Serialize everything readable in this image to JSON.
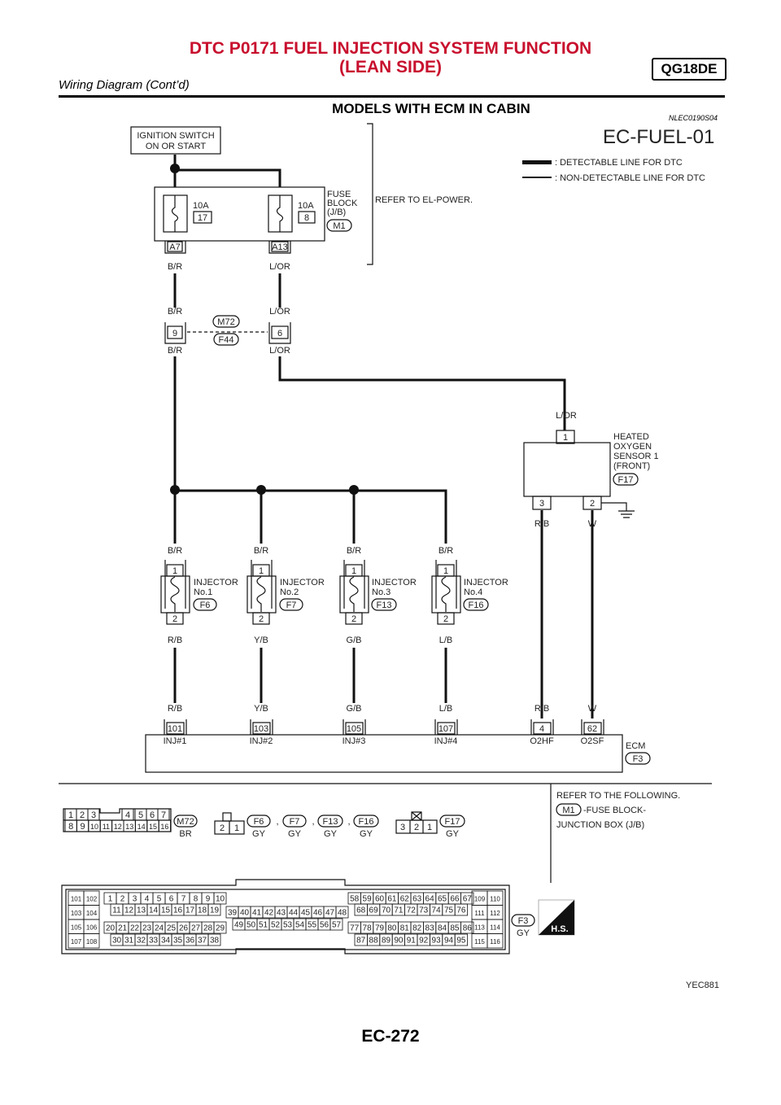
{
  "header": {
    "title_line1": "DTC P0171 FUEL INJECTION SYSTEM FUNCTION",
    "title_line2": "(LEAN SIDE)",
    "subtitle": "Wiring Diagram (Cont’d)",
    "badge": "QG18DE"
  },
  "section": {
    "title": "MODELS WITH ECM IN CABIN",
    "ref": "NLEC0190S04"
  },
  "diagram": {
    "code": "EC-FUEL-01",
    "legend": [
      ": DETECTABLE LINE FOR DTC",
      ": NON-DETECTABLE LINE FOR DTC"
    ],
    "ignition": [
      "IGNITION SWITCH",
      "ON OR START"
    ],
    "fuse_block": {
      "label": [
        "FUSE",
        "BLOCK",
        "(J/B)"
      ],
      "conn": "M1",
      "fuses": [
        {
          "amp": "10A",
          "num": "17",
          "pin": "A7"
        },
        {
          "amp": "10A",
          "num": "8",
          "pin": "A13"
        }
      ]
    },
    "refer_power": "REFER TO EL-POWER.",
    "joint": {
      "top": "M72",
      "bottom": "F44",
      "pins": [
        "9",
        "6"
      ]
    },
    "wire_colors": {
      "br": "B/R",
      "lor": "L/OR",
      "rb": "R/B",
      "yb": "Y/B",
      "gb": "G/B",
      "lb": "L/B",
      "w": "W"
    },
    "sensor": {
      "label": [
        "HEATED",
        "OXYGEN",
        "SENSOR 1",
        "(FRONT)"
      ],
      "conn": "F17",
      "pins": [
        "1",
        "3",
        "2"
      ]
    },
    "injectors": [
      {
        "name": "INJECTOR",
        "num": "No.1",
        "conn": "F6",
        "pin_top": "1",
        "pin_bot": "2"
      },
      {
        "name": "INJECTOR",
        "num": "No.2",
        "conn": "F7",
        "pin_top": "1",
        "pin_bot": "2"
      },
      {
        "name": "INJECTOR",
        "num": "No.3",
        "conn": "F13",
        "pin_top": "1",
        "pin_bot": "2"
      },
      {
        "name": "INJECTOR",
        "num": "No.4",
        "conn": "F16",
        "pin_top": "1",
        "pin_bot": "2"
      }
    ],
    "ecm": {
      "label": "ECM",
      "conn": "F3",
      "terminals": [
        {
          "pin": "101",
          "name": "INJ#1"
        },
        {
          "pin": "103",
          "name": "INJ#2"
        },
        {
          "pin": "105",
          "name": "INJ#3"
        },
        {
          "pin": "107",
          "name": "INJ#4"
        },
        {
          "pin": "4",
          "name": "O2HF"
        },
        {
          "pin": "62",
          "name": "O2SF"
        }
      ]
    },
    "refer_following": [
      "REFER TO THE FOLLOWING.",
      "-FUSE BLOCK-",
      "JUNCTION BOX (J/B)"
    ],
    "connector_views": {
      "m72": {
        "row1": [
          "1",
          "2",
          "3",
          "4",
          "5",
          "6",
          "7"
        ],
        "row2": [
          "8",
          "9",
          "10",
          "11",
          "12",
          "13",
          "14",
          "15",
          "16"
        ],
        "code": "M72",
        "color": "BR"
      },
      "inj": {
        "pins": [
          "2",
          "1"
        ],
        "codes": [
          "F6",
          "F7",
          "F13",
          "F16"
        ],
        "color": "GY",
        "sep": ","
      },
      "f17": {
        "pins": [
          "3",
          "2",
          "1"
        ],
        "code": "F17",
        "color": "GY"
      },
      "f3": {
        "code": "F3",
        "color": "GY",
        "hs": "H.S."
      }
    },
    "figure_id": "YEC881"
  },
  "page_number": "EC-272"
}
